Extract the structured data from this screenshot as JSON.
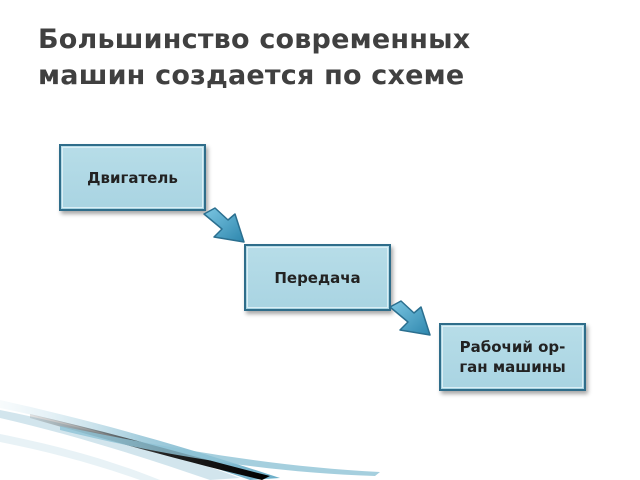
{
  "title": {
    "line1": "Большинство современных",
    "line2": "машин создается по схеме"
  },
  "diagram": {
    "step1": "Двигатель",
    "step2": "Передача",
    "step3_line1": "Рабочий ор-",
    "step3_line2": "ган машины"
  },
  "colors": {
    "box_fill": "#b7dde8",
    "box_border": "#2f6d8a",
    "arrow_fill": "#4aa3c7",
    "title_text": "#404040"
  },
  "icons": {
    "arrow": "diagonal-down-right-arrow-icon"
  }
}
